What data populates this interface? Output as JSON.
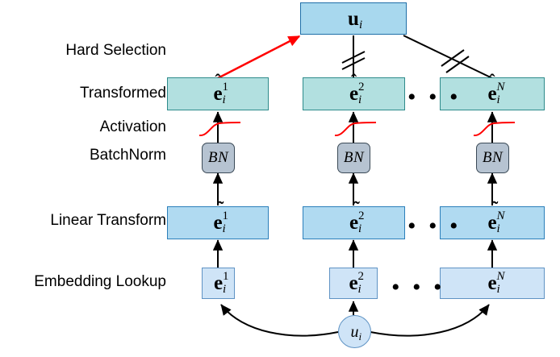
{
  "figure": {
    "title": "Embedding transformation and hard selection diagram",
    "background": "#ffffff"
  },
  "row_labels": [
    {
      "name": "hard-selection",
      "text": "Hard Selection"
    },
    {
      "name": "transformed",
      "text": "Transformed"
    },
    {
      "name": "activation",
      "text": "Activation"
    },
    {
      "name": "batchnorm",
      "text": "BatchNorm"
    },
    {
      "name": "linear-transform",
      "text": "Linear Transform"
    },
    {
      "name": "embedding-lookup",
      "text": "Embedding Lookup"
    }
  ],
  "nodes": {
    "output": {
      "base": "u",
      "sup": "",
      "sub": "i",
      "accent": ""
    },
    "transformed": [
      {
        "base": "e",
        "sup": "1",
        "sub": "i",
        "accent": "hat"
      },
      {
        "base": "e",
        "sup": "2",
        "sub": "i",
        "accent": "hat"
      },
      {
        "base": "e",
        "sup": "N",
        "sub": "i",
        "accent": "hat"
      }
    ],
    "batchnorm": [
      {
        "label": "BN"
      },
      {
        "label": "BN"
      },
      {
        "label": "BN"
      }
    ],
    "linear": [
      {
        "base": "e",
        "sup": "1",
        "sub": "i",
        "accent": "tilde"
      },
      {
        "base": "e",
        "sup": "2",
        "sub": "i",
        "accent": "tilde"
      },
      {
        "base": "e",
        "sup": "N",
        "sub": "i",
        "accent": "tilde"
      }
    ],
    "embedding": [
      {
        "base": "e",
        "sup": "1",
        "sub": "i",
        "accent": ""
      },
      {
        "base": "e",
        "sup": "2",
        "sub": "i",
        "accent": ""
      },
      {
        "base": "e",
        "sup": "N",
        "sub": "i",
        "accent": ""
      }
    ],
    "input": {
      "base": "u",
      "sub": "i"
    }
  },
  "ellipses": [
    {
      "name": "ellipsis-transformed",
      "text": "• • •"
    },
    {
      "name": "ellipsis-linear",
      "text": "• • •"
    },
    {
      "name": "ellipsis-embedding",
      "text": "• • •"
    }
  ],
  "colors": {
    "transformed_fill": "#b2e0e0",
    "transformed_stroke": "#2e8b8b",
    "linear_fill": "#b0daf1",
    "linear_stroke": "#2b7fba",
    "embedding_fill": "#cfe4f7",
    "embedding_stroke": "#5f93c4",
    "output_fill": "#a8d8ee",
    "output_stroke": "#1f6fa8",
    "batchnorm_fill": "#b6c3d1",
    "batchnorm_stroke": "#3b4a57",
    "selection_arrow": "#ff0000",
    "activation_curve": "#ff0000",
    "edge": "#000000"
  }
}
